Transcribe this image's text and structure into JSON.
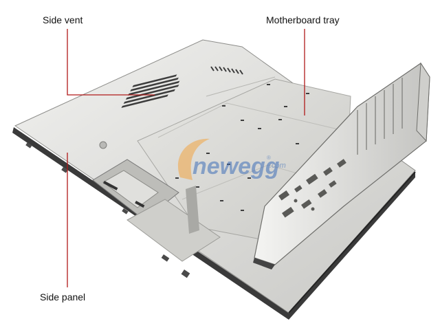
{
  "labels": {
    "side_vent": "Side vent",
    "motherboard_tray": "Motherboard tray",
    "side_panel": "Side panel"
  },
  "watermark": {
    "text": "newegg",
    "suffix": ".com",
    "registered": "®"
  },
  "colors": {
    "leader_line": "#b01818",
    "metal_light": "#e8e8e6",
    "metal_mid": "#cfcfcc",
    "metal_dark": "#9a9a97",
    "edge": "#2a2a2a",
    "watermark_orange": "#f2a544",
    "watermark_blue": "#3f6fb8"
  }
}
